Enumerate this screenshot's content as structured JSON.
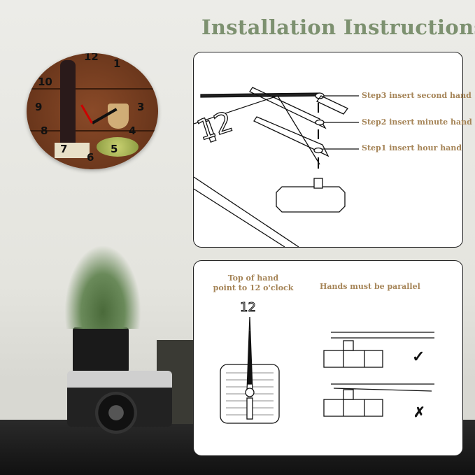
{
  "title": "Installation Instructions",
  "panel_top": {
    "dial_numeral": "12",
    "steps": [
      {
        "label": "Step3 insert second hand"
      },
      {
        "label": "Step2 insert minute hand"
      },
      {
        "label": "Step1 insert hour hand"
      }
    ]
  },
  "panel_bottom": {
    "left_caption_line1": "Top of hand",
    "left_caption_line2": "point to 12 o'clock",
    "dial_numeral": "12",
    "right_caption": "Hands must be parallel",
    "correct_mark": "✓",
    "wrong_mark": "✗"
  },
  "clock": {
    "numerals": [
      "12",
      "1",
      "10",
      "3",
      "9",
      "4",
      "8",
      "7",
      "6",
      "5"
    ]
  },
  "colors": {
    "title": "#7d9170",
    "caption": "#a58457"
  }
}
